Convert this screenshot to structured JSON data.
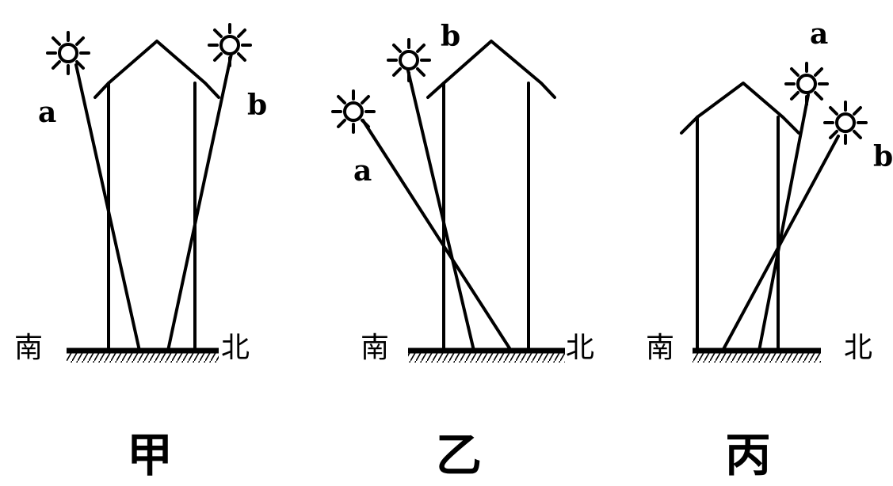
{
  "panels": [
    {
      "id": "jia",
      "caption": "甲",
      "south": "南",
      "north": "北",
      "sun_a": "a",
      "sun_b": "b"
    },
    {
      "id": "yi",
      "caption": "乙",
      "south": "南",
      "north": "北",
      "sun_a": "a",
      "sun_b": "b"
    },
    {
      "id": "bing",
      "caption": "丙",
      "south": "南",
      "north": "北",
      "sun_a": "a",
      "sun_b": "b"
    }
  ]
}
